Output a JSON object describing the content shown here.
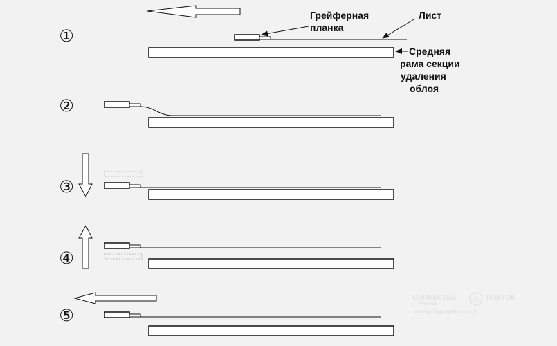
{
  "labels": {
    "gripper_line1": "Грейферная",
    "gripper_line2": "планка",
    "sheet": "Лист",
    "frame_line1": "Средняя",
    "frame_line2": "рама секции",
    "frame_line3": "удаления",
    "frame_line4": "облоя"
  },
  "steps": [
    "①",
    "②",
    "③",
    "④",
    "⑤"
  ],
  "watermark": {
    "line1": "CORRECTED",
    "line2": "PRINTED",
    "symbol": "®",
    "line3": "ROSTOK",
    "line4": "www.polygraphia.me.uk"
  },
  "colors": {
    "background": "#f2f2f2",
    "stroke": "#111111",
    "arrow_fill": "#ffffff",
    "ghost": "#bdbdbd",
    "watermark": "#e2e2e2"
  }
}
